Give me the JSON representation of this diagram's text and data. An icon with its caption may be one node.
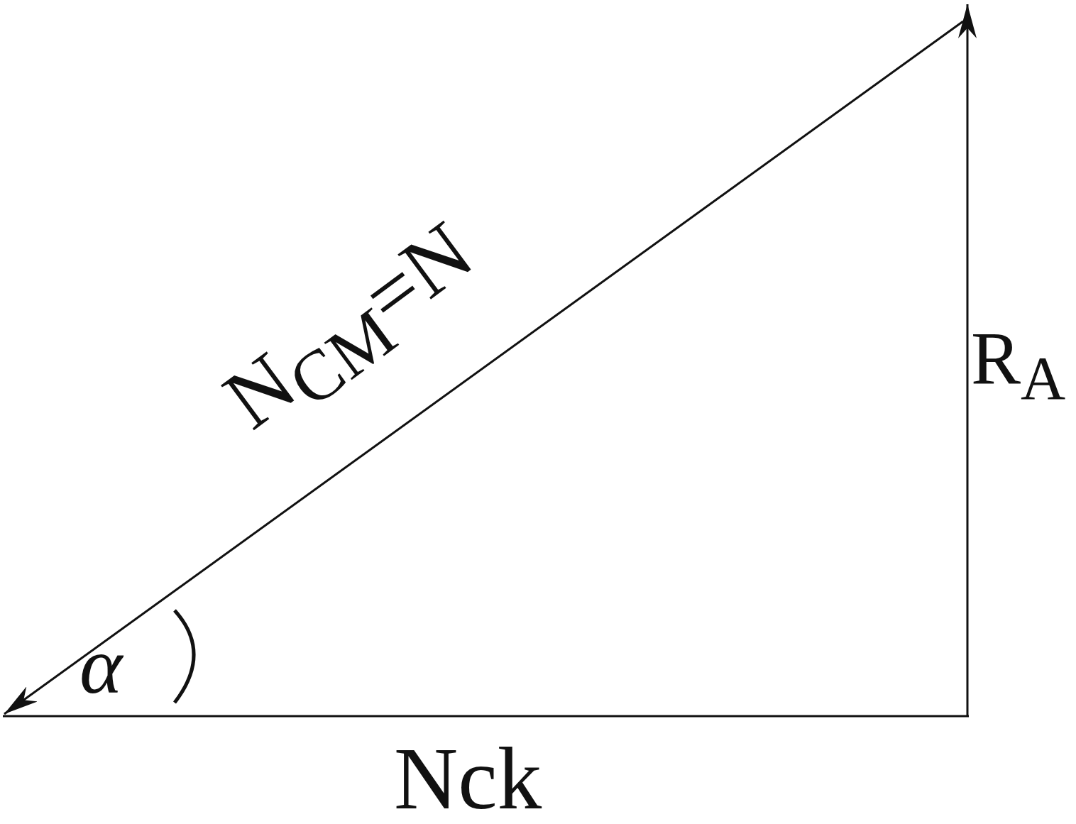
{
  "diagram": {
    "labels": [
      "N$_{CM}$=N",
      "R$_{A}$",
      "α",
      "Nck"
    ]
  }
}
